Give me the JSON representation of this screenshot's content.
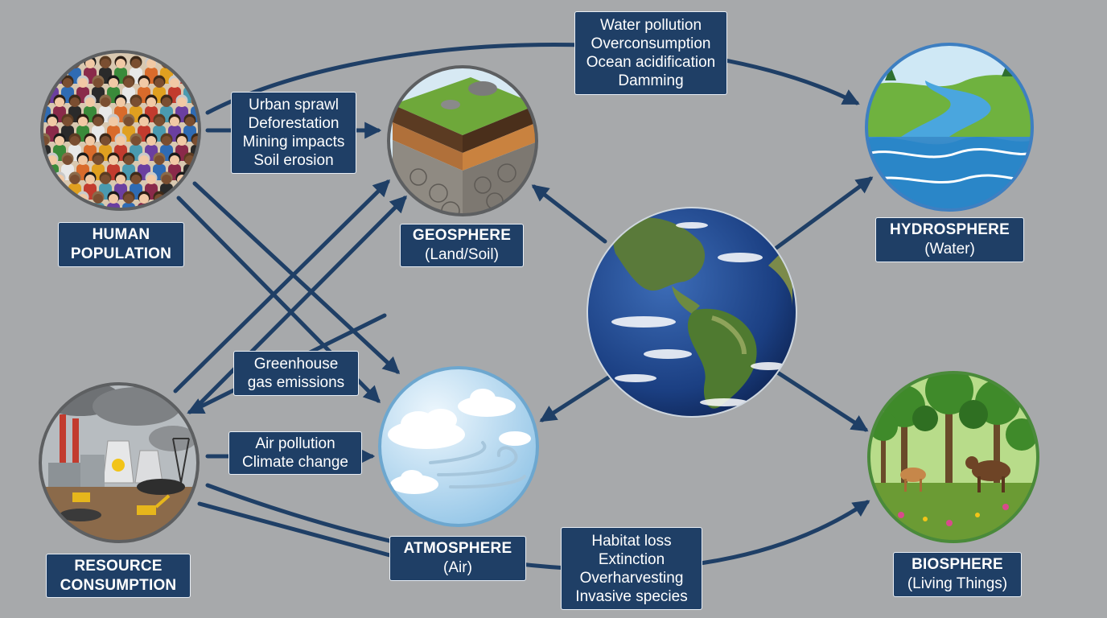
{
  "nodes": {
    "human": {
      "title_line1": "HUMAN",
      "title_line2": "POPULATION"
    },
    "resource": {
      "title_line1": "RESOURCE",
      "title_line2": "CONSUMPTION"
    },
    "geosphere": {
      "title": "GEOSPHERE",
      "subtitle": "(Land/Soil)"
    },
    "atmosphere": {
      "title": "ATMOSPHERE",
      "subtitle": "(Air)"
    },
    "hydrosphere": {
      "title": "HYDROSPHERE",
      "subtitle": "(Water)"
    },
    "biosphere": {
      "title": "BIOSPHERE",
      "subtitle": "(Living Things)"
    }
  },
  "impacts": {
    "water": [
      "Water pollution",
      "Overconsumption",
      "Ocean acidification",
      "Damming"
    ],
    "land": [
      "Urban sprawl",
      "Deforestation",
      "Mining impacts",
      "Soil erosion"
    ],
    "greenhouse": [
      "Greenhouse",
      "gas emissions"
    ],
    "air": [
      "Air pollution",
      "Climate change"
    ],
    "habitat": [
      "Habitat loss",
      "Extinction",
      "Overharvesting",
      "Invasive species"
    ]
  },
  "colors": {
    "background": "#a7a9ab",
    "label_box": "#1f3f66",
    "arrow": "#1f3f66",
    "label_text": "#ffffff"
  },
  "icons": {
    "human": "crowd-of-people-illustration",
    "resource": "industrial-plant-illustration",
    "geosphere": "soil-layers-illustration",
    "atmosphere": "clouds-and-wind-illustration",
    "hydrosphere": "river-and-waves-illustration",
    "biosphere": "forest-and-animals-illustration",
    "earth": "earth-globe-illustration"
  }
}
